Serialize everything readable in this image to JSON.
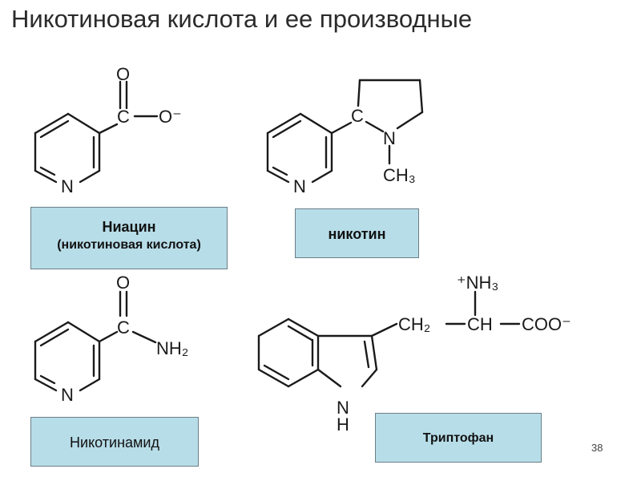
{
  "title": "Никотиновая кислота и ее производные",
  "labels": {
    "niacin_line1": "Ниацин",
    "niacin_line2": "(никотиновая кислота)",
    "nicotine": "никотин",
    "nicotinamide": "Никотинамид",
    "tryptophan": "Триптофан"
  },
  "page_number": "38",
  "structures": {
    "niacin": {
      "atoms": [
        "O",
        "C",
        "O⁻",
        "N"
      ]
    },
    "nicotine": {
      "atoms": [
        "C",
        "N",
        "CH₃",
        "N"
      ]
    },
    "nicotinamide": {
      "atoms": [
        "O",
        "C",
        "NH₂",
        "N"
      ]
    },
    "tryptophan": {
      "atoms": [
        "⁺NH₃",
        "CH₂",
        "CH",
        "COO⁻",
        "NH"
      ]
    }
  },
  "colors": {
    "label_box": "#b7dde8",
    "text": "#1a1a1a"
  }
}
